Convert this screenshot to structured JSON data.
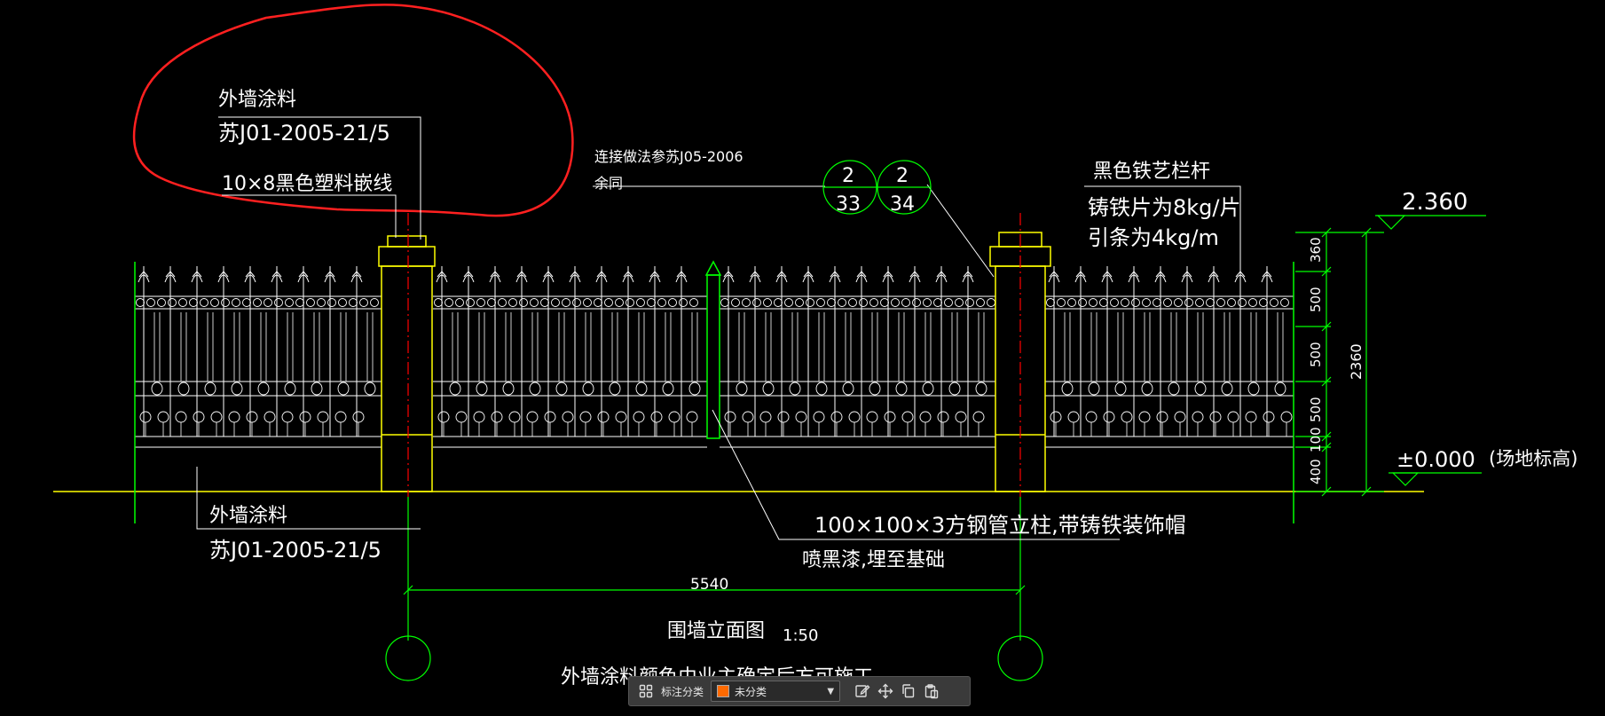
{
  "annotations": {
    "top_left": {
      "line1": "外墙涂料",
      "line2": "苏J01-2005-21/5",
      "line3": "10×8黑色塑料嵌线"
    },
    "connection": {
      "line1": "连接做法参苏J05-2006",
      "line2": "余同"
    },
    "detail_ref_1": {
      "top": "2",
      "bottom": "33"
    },
    "detail_ref_2": {
      "top": "2",
      "bottom": "34"
    },
    "railing": {
      "line1": "黑色铁艺栏杆",
      "line2": "铸铁片为8kg/片",
      "line3": "引条为4kg/m"
    },
    "bottom_left": {
      "line1": "外墙涂料",
      "line2": "苏J01-2005-21/5"
    },
    "post": {
      "line1": "100×100×3方钢管立柱,带铸铁装饰帽",
      "line2": "喷黑漆,埋至基础"
    }
  },
  "elevation": {
    "top": "2.360",
    "ground": "±0.000",
    "ground_note": "(场地标高)"
  },
  "dimensions": {
    "span": "5540",
    "total": "2360",
    "segments": [
      "360",
      "500",
      "500",
      "500",
      "100",
      "400"
    ]
  },
  "title": {
    "main": "围墙立面图",
    "scale": "1:50",
    "note": "外墙涂料颜色由业主确定后方可施工"
  },
  "colors": {
    "line_white": "#ffffff",
    "line_yellow": "#ffff00",
    "line_green": "#00ff00",
    "line_red": "#ff0000",
    "markup_red": "#ff2020",
    "background": "#000000"
  },
  "toolbar": {
    "label": "标注分类",
    "category_value": "未分类",
    "category_color": "#ff6a00",
    "icons": [
      "grid-icon",
      "edit-icon",
      "move-icon",
      "copy-icon",
      "paste-icon"
    ]
  }
}
